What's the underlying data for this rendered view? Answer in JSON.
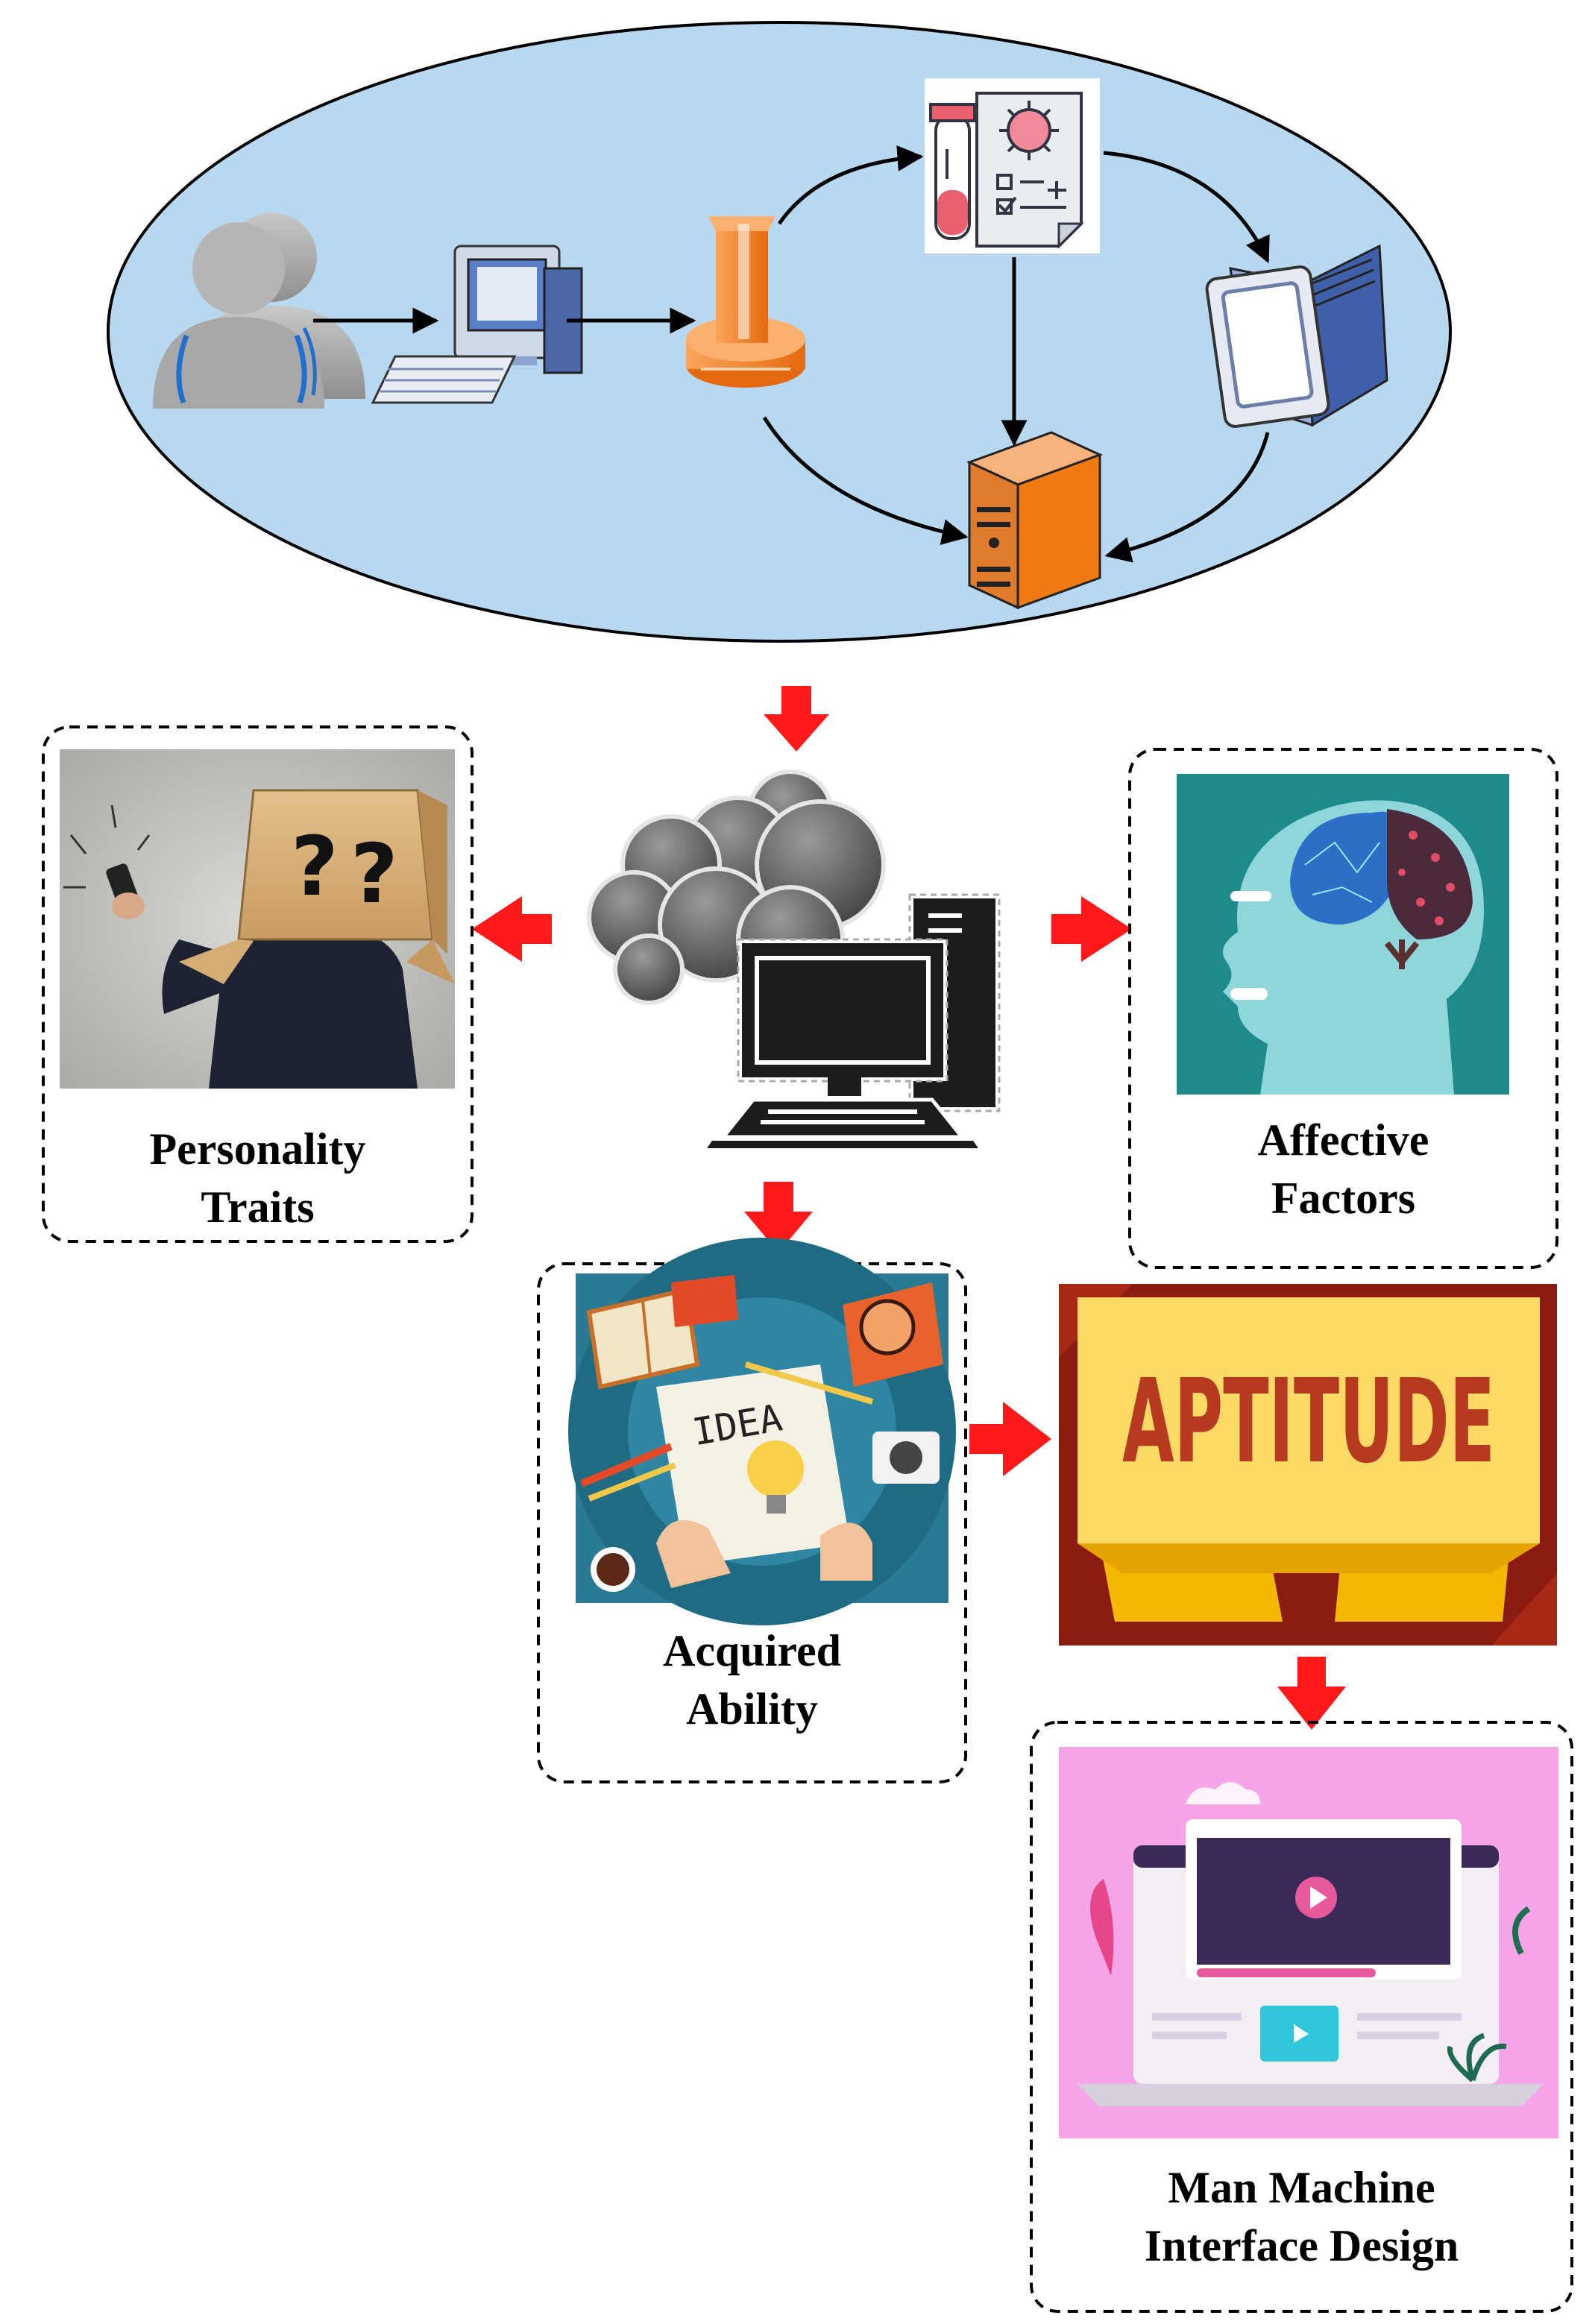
{
  "colors": {
    "ellipse_fill": "#b8d8f0",
    "arrow_red": "#ff1a1a",
    "orange": "#f58a2e",
    "monitor_blue": "#5a7fc8",
    "aptitude_board": "#ffd966",
    "aptitude_text": "#b53a1f",
    "aptitude_bg": "#8b1a10",
    "affective_bg": "#1e8a8a",
    "mmi_bg": "#f6a6e8"
  },
  "icons": [
    "user-icon",
    "desktop-computer-icon",
    "orange-tower-icon",
    "lab-report-icon",
    "monitor-icon",
    "server-icon",
    "cloud-computer-icon",
    "box-head-man-image",
    "brain-head-image",
    "idea-desk-image",
    "aptitude-board-image",
    "laptop-video-image"
  ],
  "labels": {
    "personality": [
      "Personality",
      "Traits"
    ],
    "affective": [
      "Affective",
      "Factors"
    ],
    "acquired": [
      "Acquired",
      "Ability"
    ],
    "aptitude_board": "APTITUDE",
    "mmi": [
      "Man Machine",
      "Interface Design"
    ],
    "idea_note": "IDEA"
  }
}
